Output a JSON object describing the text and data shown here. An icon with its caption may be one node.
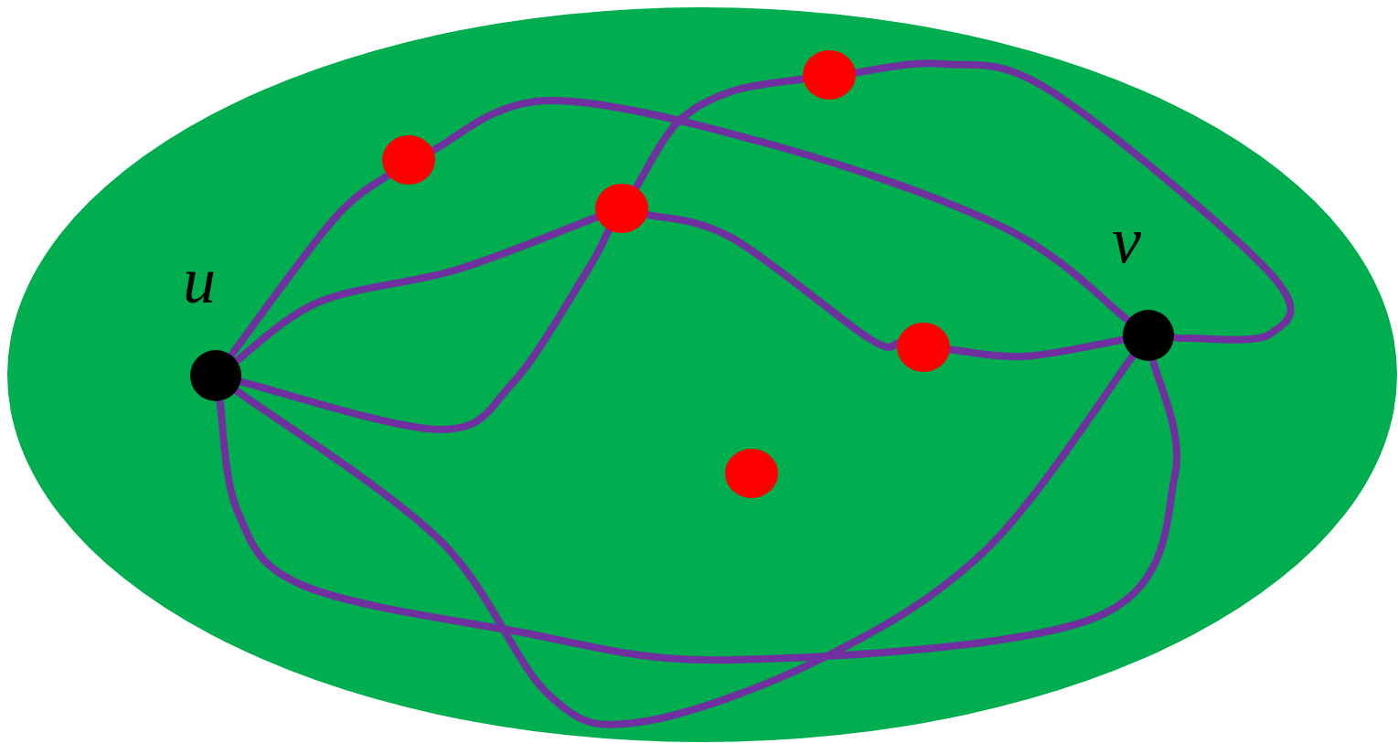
{
  "diagram": {
    "nodes": [
      {
        "text": [],
        "shape": "ellipse"
      },
      {
        "text": [
          "u"
        ],
        "in": 0
      },
      {
        "text": [
          "v"
        ],
        "in": 0
      },
      {
        "text": [],
        "shape": "circle",
        "in": 0
      },
      {
        "text": [],
        "shape": "circle",
        "in": 0
      },
      {
        "text": [],
        "shape": "circle",
        "in": 0
      },
      {
        "text": [],
        "shape": "circle",
        "in": 0
      },
      {
        "text": [],
        "shape": "circle",
        "in": 0
      }
    ],
    "edges": [
      {
        "from": 1,
        "to": 3,
        "arrow": "none"
      },
      {
        "from": 3,
        "to": 2,
        "arrow": "none"
      },
      {
        "from": 1,
        "to": 4,
        "arrow": "none"
      },
      {
        "from": 4,
        "to": 7,
        "arrow": "none"
      },
      {
        "from": 7,
        "to": 2,
        "arrow": "none"
      },
      {
        "from": 1,
        "to": 4,
        "arrow": "none"
      },
      {
        "from": 4,
        "to": 6,
        "arrow": "none"
      },
      {
        "from": 6,
        "to": 2,
        "arrow": "none"
      },
      {
        "from": 1,
        "to": 2,
        "arrow": "none"
      },
      {
        "from": 1,
        "to": 2,
        "arrow": "none"
      }
    ]
  }
}
